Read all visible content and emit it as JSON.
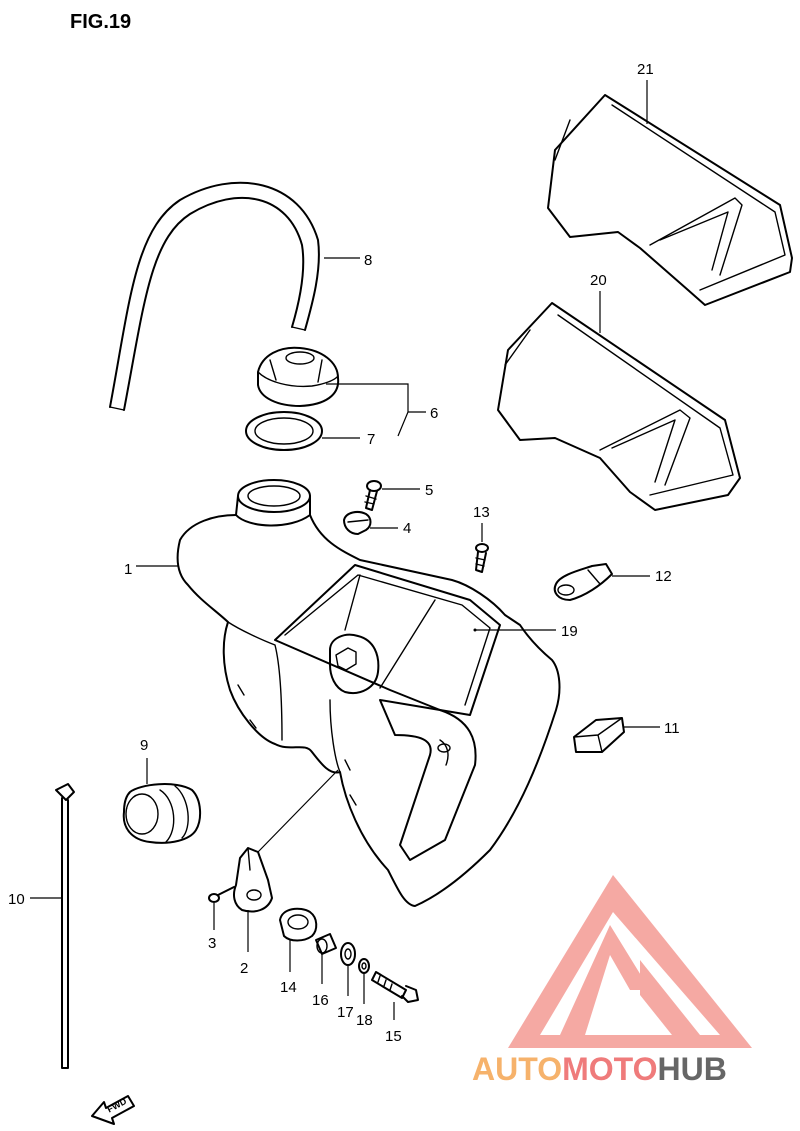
{
  "figure": {
    "title": "FIG.19"
  },
  "callouts": {
    "c1": "1",
    "c2": "2",
    "c3": "3",
    "c4": "4",
    "c5": "5",
    "c6": "6",
    "c7": "7",
    "c8": "8",
    "c9": "9",
    "c10": "10",
    "c11": "11",
    "c12": "12",
    "c13": "13",
    "c14": "14",
    "c15": "15",
    "c16": "16",
    "c17": "17",
    "c18": "18",
    "c19": "19",
    "c20": "20",
    "c21": "21"
  },
  "direction": {
    "label": "FWD"
  },
  "watermark": {
    "part1": "AUTO",
    "part2": "MOTO",
    "part3": "HUB",
    "colors": {
      "auto": "#f6b26b",
      "moto": "#ef7b7b",
      "hub": "#666666",
      "logo": "#f4a09a"
    }
  }
}
